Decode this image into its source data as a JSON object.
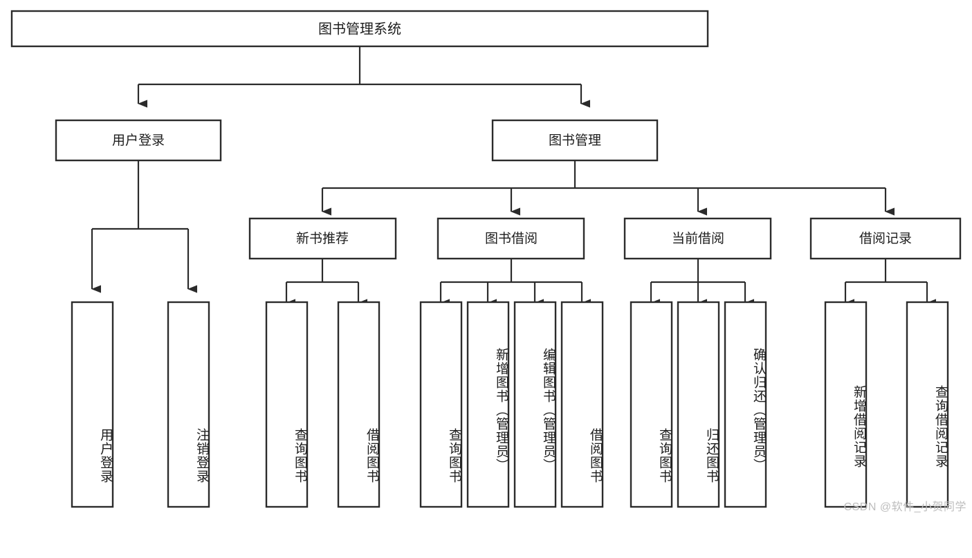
{
  "diagram": {
    "type": "hierarchy-tree",
    "title": "图书管理系统",
    "orientation": "top-down",
    "levels": 4,
    "colors": {
      "box_fill": "#ffffff",
      "box_border": "#2b2b2b",
      "connector": "#2b2b2b",
      "text": "#1d1d1d",
      "watermark": "#bdbdbd",
      "background": "#ffffff"
    }
  },
  "root": {
    "label": "图书管理系统"
  },
  "level1": [
    {
      "label": "用户登录"
    },
    {
      "label": "图书管理"
    }
  ],
  "level2": [
    {
      "label": "新书推荐"
    },
    {
      "label": "图书借阅"
    },
    {
      "label": "当前借阅"
    },
    {
      "label": "借阅记录"
    }
  ],
  "leaves": {
    "user_login": [
      {
        "label": "用户登录"
      },
      {
        "label": "注销登录"
      }
    ],
    "new_book_recommend": [
      {
        "label": "查询图书"
      },
      {
        "label": "借阅图书"
      }
    ],
    "book_borrow": [
      {
        "label": "查询图书"
      },
      {
        "label": "新增图书（管理员）"
      },
      {
        "label": "编辑图书（管理员）"
      },
      {
        "label": "借阅图书"
      }
    ],
    "current_borrow": [
      {
        "label": "查询图书"
      },
      {
        "label": "归还图书"
      },
      {
        "label": "确认归还（管理员）"
      }
    ],
    "borrow_record": [
      {
        "label": "新增借阅记录"
      },
      {
        "label": "查询借阅记录"
      }
    ]
  },
  "watermark": {
    "text": "CSDN @软件_小贺同学"
  }
}
